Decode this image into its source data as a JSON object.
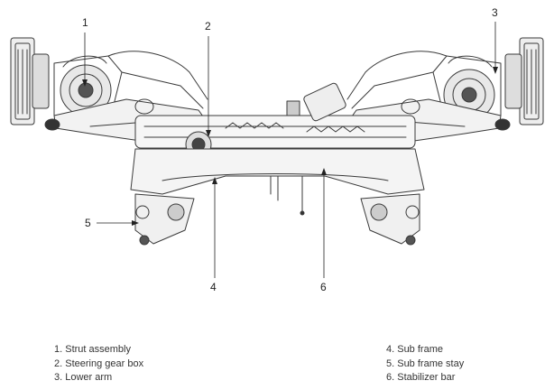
{
  "callouts": {
    "c1": "1",
    "c2": "2",
    "c3": "3",
    "c4": "4",
    "c5": "5",
    "c6": "6"
  },
  "legend": {
    "left": [
      "1. Strut assembly",
      "2. Steering gear box",
      "3. Lower arm"
    ],
    "right": [
      "4. Sub frame",
      "5. Sub frame stay",
      "6. Stabilizer bar"
    ]
  }
}
